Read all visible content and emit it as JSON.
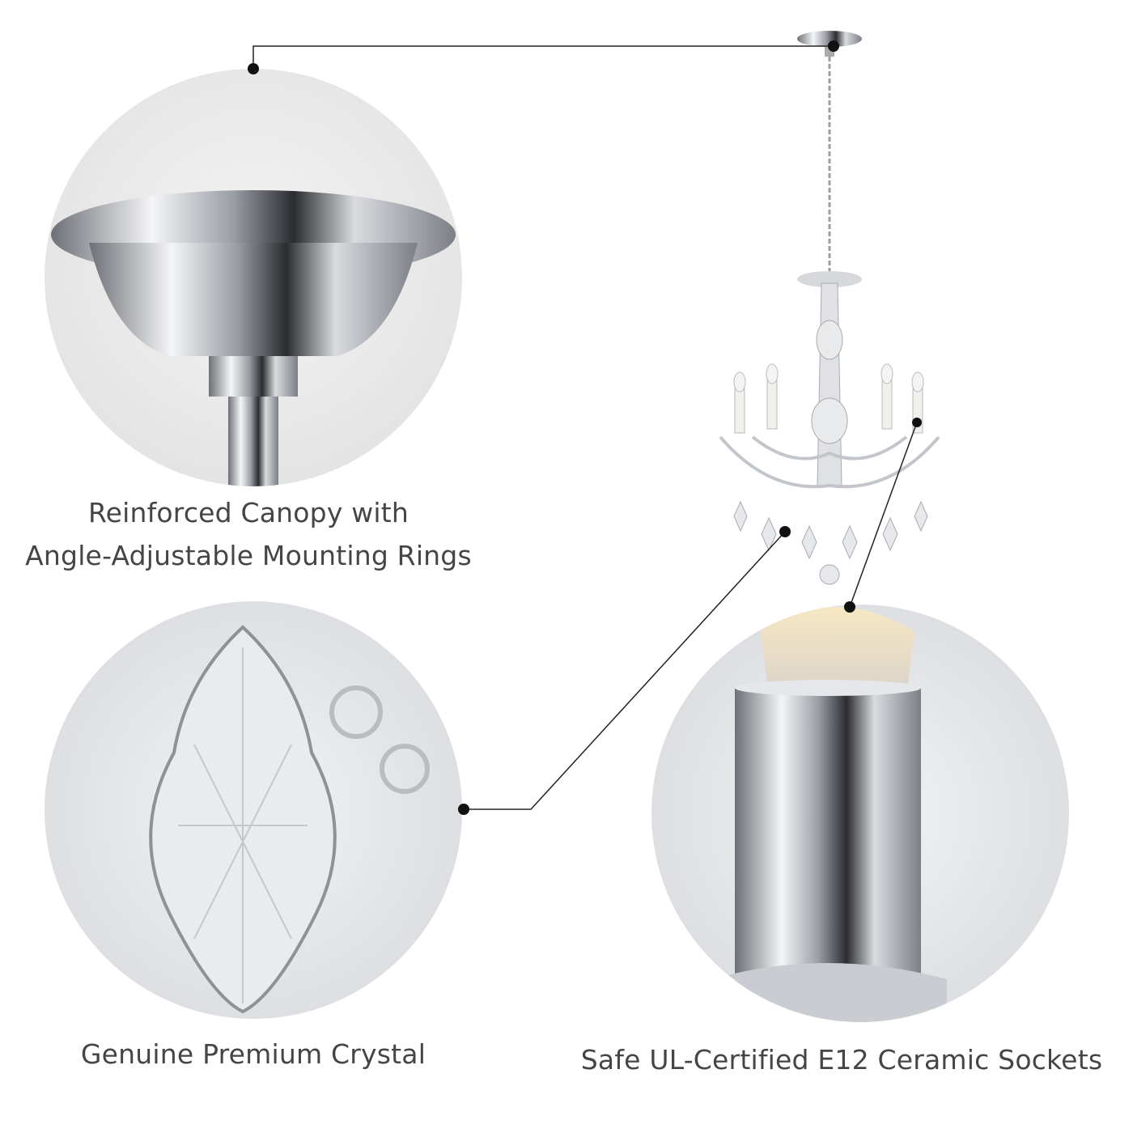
{
  "features": [
    {
      "id": "canopy",
      "caption_lines": [
        "Reinforced Canopy with",
        "Angle-Adjustable Mounting Rings"
      ]
    },
    {
      "id": "crystal",
      "caption_lines": [
        "Genuine Premium Crystal"
      ]
    },
    {
      "id": "sockets",
      "caption_lines": [
        "Safe UL-Certified E12 Ceramic Sockets"
      ]
    }
  ],
  "colors": {
    "text": "#454545",
    "callout": "#222222",
    "chrome": "#b8bcc2",
    "circle_bg": "#ececec"
  }
}
